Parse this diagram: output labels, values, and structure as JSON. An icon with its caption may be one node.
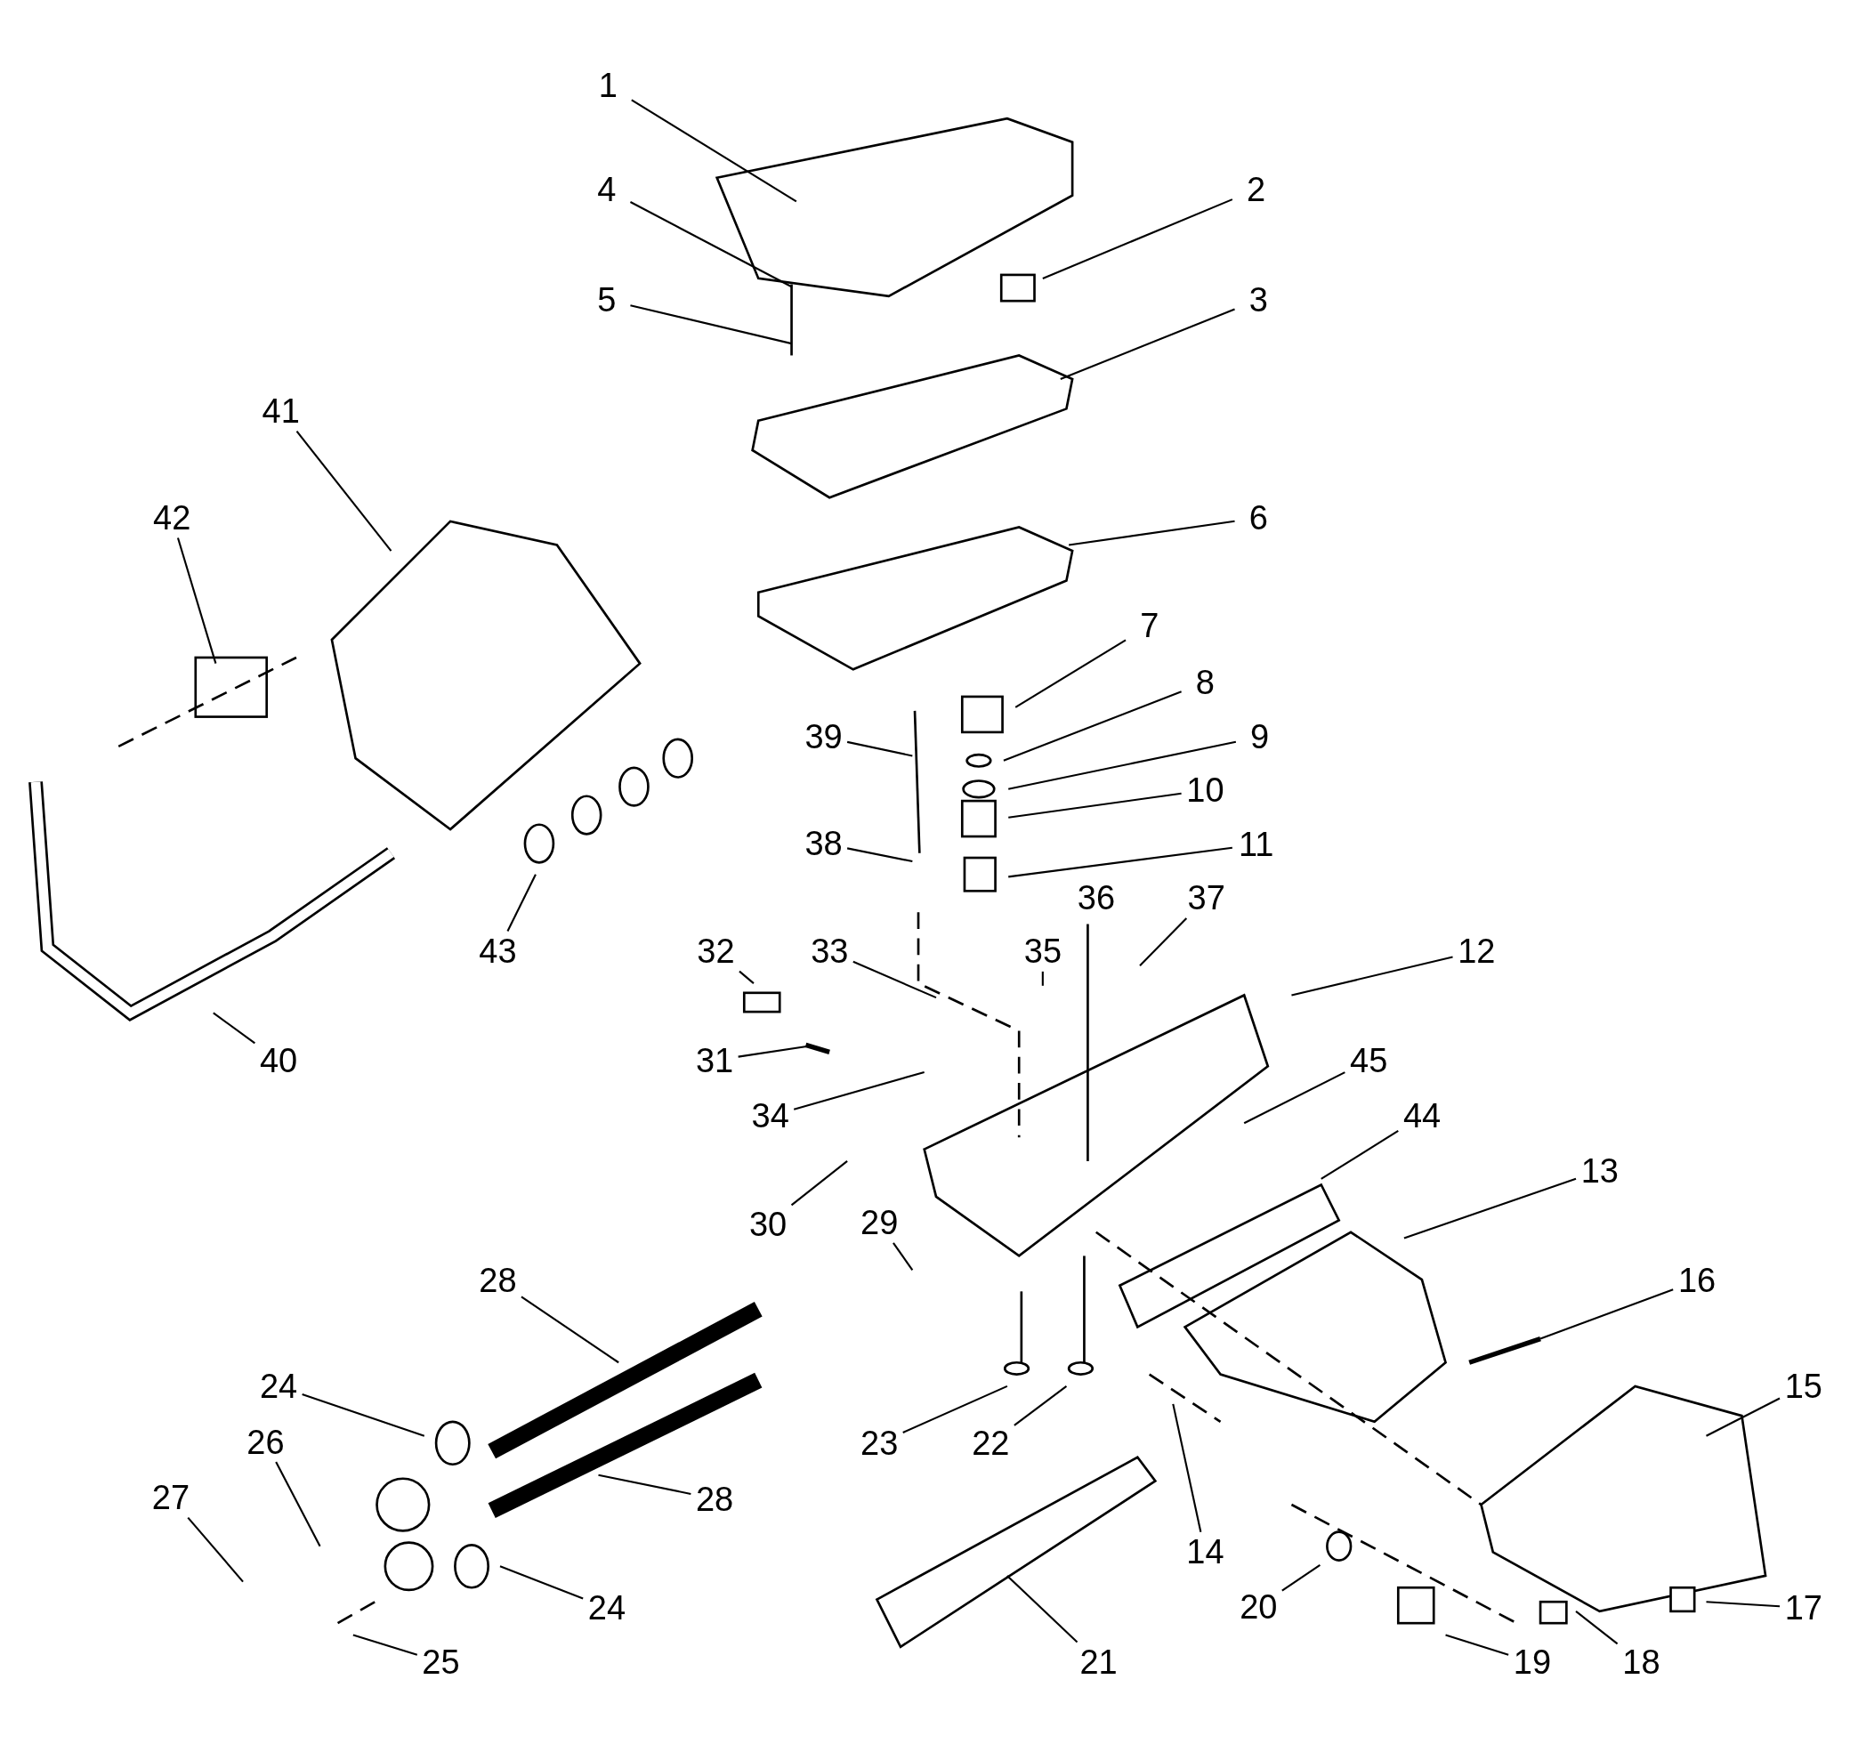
{
  "diagram": {
    "nodes": [
      {
        "text": [
          "1"
        ]
      },
      {
        "text": [
          "4"
        ]
      },
      {
        "text": [
          "2"
        ]
      },
      {
        "text": [
          "5"
        ]
      },
      {
        "text": [
          "3"
        ]
      },
      {
        "text": [
          "41"
        ]
      },
      {
        "text": [
          "6"
        ]
      },
      {
        "text": [
          "42"
        ]
      },
      {
        "text": [
          "7"
        ]
      },
      {
        "text": [
          "8"
        ]
      },
      {
        "text": [
          "39"
        ]
      },
      {
        "text": [
          "9"
        ]
      },
      {
        "text": [
          "10"
        ]
      },
      {
        "text": [
          "38"
        ]
      },
      {
        "text": [
          "11"
        ]
      },
      {
        "text": [
          "43"
        ]
      },
      {
        "text": [
          "36"
        ]
      },
      {
        "text": [
          "37"
        ]
      },
      {
        "text": [
          "32"
        ]
      },
      {
        "text": [
          "33"
        ]
      },
      {
        "text": [
          "35"
        ]
      },
      {
        "text": [
          "12"
        ]
      },
      {
        "text": [
          "40"
        ]
      },
      {
        "text": [
          "31"
        ]
      },
      {
        "text": [
          "45"
        ]
      },
      {
        "text": [
          "34"
        ]
      },
      {
        "text": [
          "44"
        ]
      },
      {
        "text": [
          "30"
        ]
      },
      {
        "text": [
          "13"
        ]
      },
      {
        "text": [
          "29"
        ]
      },
      {
        "text": [
          "28"
        ]
      },
      {
        "text": [
          "16"
        ]
      },
      {
        "text": [
          "24"
        ]
      },
      {
        "text": [
          "15"
        ]
      },
      {
        "text": [
          "23"
        ]
      },
      {
        "text": [
          "22"
        ]
      },
      {
        "text": [
          "26"
        ]
      },
      {
        "text": [
          "28"
        ]
      },
      {
        "text": [
          "27"
        ]
      },
      {
        "text": [
          "24"
        ]
      },
      {
        "text": [
          "14"
        ]
      },
      {
        "text": [
          "20"
        ]
      },
      {
        "text": [
          "17"
        ]
      },
      {
        "text": [
          "25"
        ]
      },
      {
        "text": [
          "21"
        ]
      },
      {
        "text": [
          "19"
        ]
      },
      {
        "text": [
          "18"
        ]
      }
    ],
    "edges": [
      {
        "from": 0,
        "to": null,
        "arrow": "none"
      },
      {
        "from": 1,
        "to": null,
        "arrow": "none"
      },
      {
        "from": 2,
        "to": null,
        "arrow": "none"
      },
      {
        "from": 3,
        "to": null,
        "arrow": "none"
      },
      {
        "from": 4,
        "to": null,
        "arrow": "none"
      },
      {
        "from": 5,
        "to": null,
        "arrow": "none"
      },
      {
        "from": 6,
        "to": null,
        "arrow": "none"
      },
      {
        "from": 7,
        "to": null,
        "arrow": "none"
      },
      {
        "from": 8,
        "to": null,
        "arrow": "none"
      },
      {
        "from": 9,
        "to": null,
        "arrow": "none"
      },
      {
        "from": 10,
        "to": null,
        "arrow": "none"
      },
      {
        "from": 11,
        "to": null,
        "arrow": "none"
      },
      {
        "from": 12,
        "to": null,
        "arrow": "none"
      },
      {
        "from": 13,
        "to": null,
        "arrow": "none"
      },
      {
        "from": 14,
        "to": null,
        "arrow": "none"
      },
      {
        "from": 15,
        "to": null,
        "arrow": "none"
      },
      {
        "from": 17,
        "to": null,
        "arrow": "none"
      },
      {
        "from": 18,
        "to": null,
        "arrow": "none"
      },
      {
        "from": 19,
        "to": null,
        "arrow": "none"
      },
      {
        "from": 20,
        "to": null,
        "arrow": "none"
      },
      {
        "from": 21,
        "to": null,
        "arrow": "none"
      },
      {
        "from": 22,
        "to": null,
        "arrow": "none"
      },
      {
        "from": 23,
        "to": null,
        "arrow": "none"
      },
      {
        "from": 24,
        "to": null,
        "arrow": "none"
      },
      {
        "from": 25,
        "to": null,
        "arrow": "none"
      },
      {
        "from": 26,
        "to": null,
        "arrow": "none"
      },
      {
        "from": 27,
        "to": null,
        "arrow": "none"
      },
      {
        "from": 28,
        "to": null,
        "arrow": "none"
      },
      {
        "from": 29,
        "to": null,
        "arrow": "none"
      },
      {
        "from": 30,
        "to": null,
        "arrow": "none"
      },
      {
        "from": 31,
        "to": null,
        "arrow": "none"
      },
      {
        "from": 32,
        "to": null,
        "arrow": "none"
      },
      {
        "from": 33,
        "to": null,
        "arrow": "none"
      },
      {
        "from": 34,
        "to": null,
        "arrow": "none"
      },
      {
        "from": 35,
        "to": null,
        "arrow": "none"
      },
      {
        "from": 36,
        "to": null,
        "arrow": "none"
      },
      {
        "from": 37,
        "to": null,
        "arrow": "none"
      },
      {
        "from": 38,
        "to": null,
        "arrow": "none"
      },
      {
        "from": 39,
        "to": null,
        "arrow": "none"
      },
      {
        "from": 40,
        "to": null,
        "arrow": "none"
      },
      {
        "from": 41,
        "to": null,
        "arrow": "none"
      },
      {
        "from": 42,
        "to": null,
        "arrow": "none"
      },
      {
        "from": 43,
        "to": null,
        "arrow": "none"
      },
      {
        "from": 44,
        "to": null,
        "arrow": "none"
      },
      {
        "from": 45,
        "to": null,
        "arrow": "none"
      },
      {
        "from": 46,
        "to": null,
        "arrow": "none"
      }
    ]
  }
}
